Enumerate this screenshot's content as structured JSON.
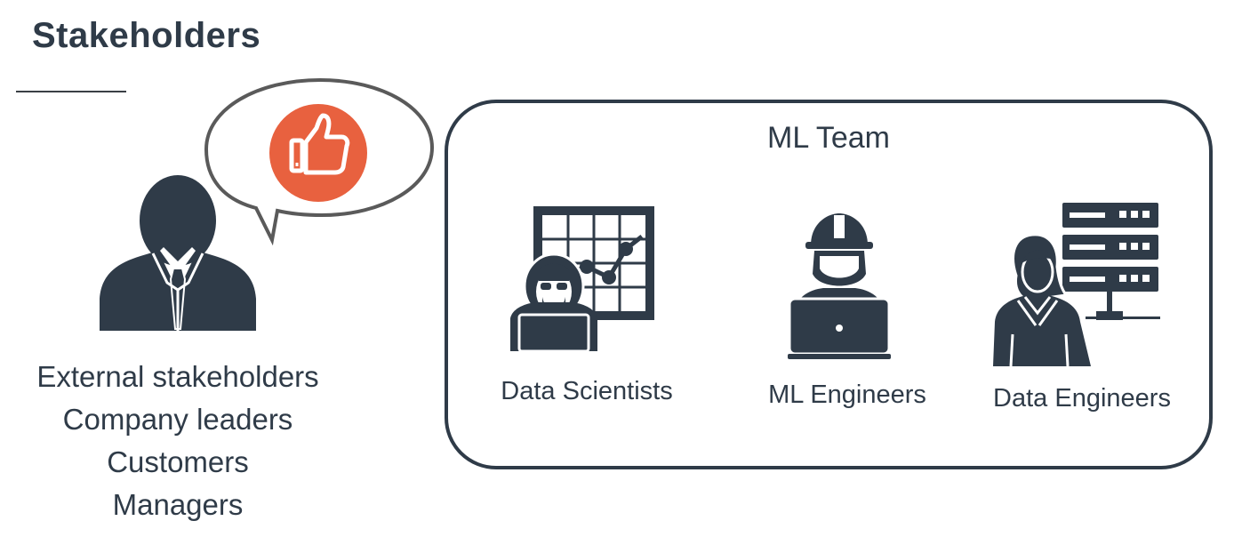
{
  "heading": "Stakeholders",
  "stakeholders": {
    "items": [
      "External stakeholders",
      "Company leaders",
      "Customers",
      "Managers"
    ],
    "bubble_icon": "thumbs-up-icon",
    "accent_color": "#e8613f"
  },
  "team": {
    "title": "ML Team",
    "roles": [
      {
        "label": "Data Scientists",
        "icon": "data-scientist-icon"
      },
      {
        "label": "ML Engineers",
        "icon": "ml-engineer-icon"
      },
      {
        "label": "Data Engineers",
        "icon": "data-engineer-icon"
      }
    ]
  },
  "colors": {
    "ink": "#2f3b48",
    "bubble_stroke": "#5a5a5a"
  }
}
